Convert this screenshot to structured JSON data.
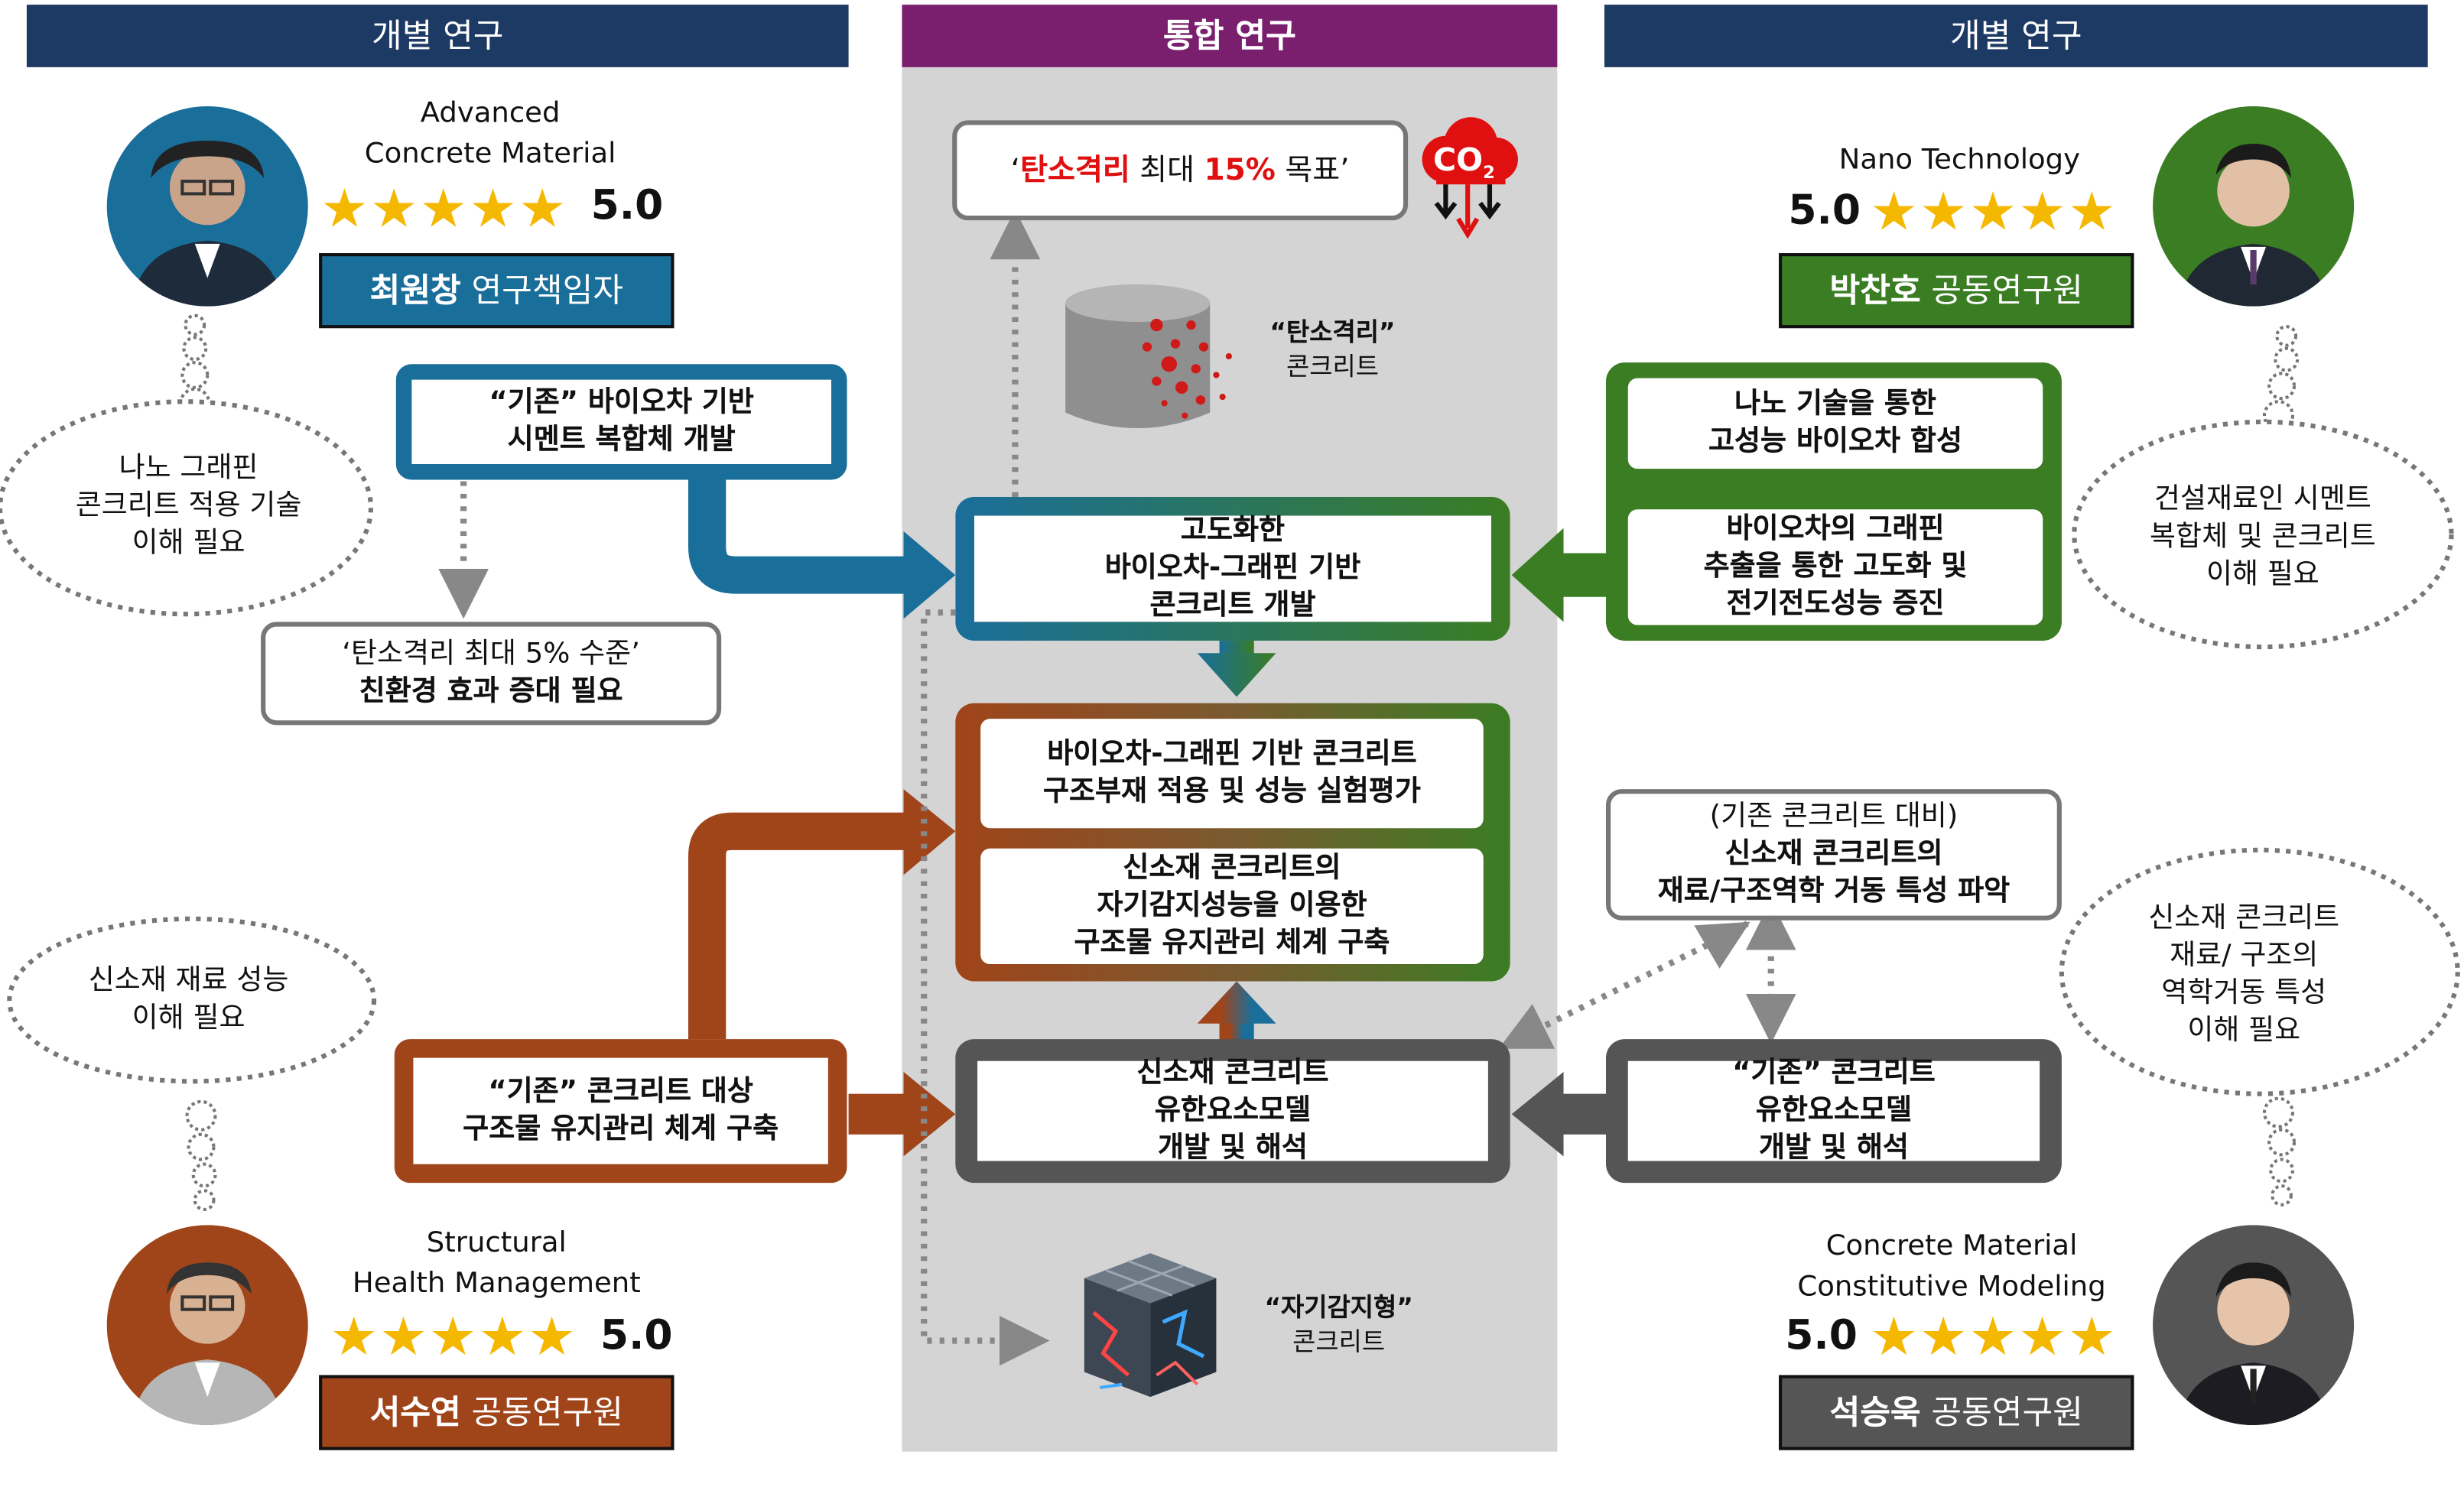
{
  "headers": {
    "left": "개별 연구",
    "center": "통합 연구",
    "right": "개별 연구"
  },
  "people": [
    {
      "field_line1": "Advanced",
      "field_line2": "Concrete Material",
      "score": "5.0",
      "name": "최원창",
      "role": "연구책임자",
      "color": "#1a6e9a"
    },
    {
      "field_line1": "Nano Technology",
      "field_line2": "",
      "score": "5.0",
      "name": "박찬호",
      "role": "공동연구원",
      "color": "#3a7d23"
    },
    {
      "field_line1": "Structural",
      "field_line2": "Health Management",
      "score": "5.0",
      "name": "서수연",
      "role": "공동연구원",
      "color": "#a0441a"
    },
    {
      "field_line1": "Concrete Material",
      "field_line2": "Constitutive Modeling",
      "score": "5.0",
      "name": "석승욱",
      "role": "공동연구원",
      "color": "#555555"
    }
  ],
  "clouds": {
    "top_left": [
      "나노 그래핀",
      "콘크리트 적용 기술",
      "이해 필요"
    ],
    "top_right": [
      "건설재료인 시멘트",
      "복합체 및 콘크리트",
      "이해 필요"
    ],
    "bottom_left": [
      "신소재 재료 성능",
      "이해 필요"
    ],
    "bottom_right": [
      "신소재 콘크리트",
      "재료/ 구조의",
      "역학거동 특성",
      "이해 필요"
    ]
  },
  "boxes": {
    "target": {
      "quote_open": "‘",
      "red1": "탄소격리",
      "mid": " 최대 ",
      "red2": "15%",
      "end": " 목표’"
    },
    "bio_cement": [
      "“기존” 바이오차 기반",
      "시멘트 복합체 개발"
    ],
    "five_percent": [
      "‘탄소격리 최대 5% 수준’",
      "친환경 효과 증대 필요"
    ],
    "nano_synth": [
      "나노 기술을 통한",
      "고성능 바이오차 합성"
    ],
    "graphene_extract": [
      "바이오차의 그래핀",
      "추출을 통한 고도화 및",
      "전기전도성능 증진"
    ],
    "advanced_concrete": [
      "고도화한",
      "바이오차-그래핀 기반",
      "콘크리트 개발"
    ],
    "eval": [
      "바이오차-그래핀 기반 콘크리트",
      "구조부재 적용 및 성능 실험평가"
    ],
    "self_sensing": [
      "신소재 콘크리트의",
      "자기감지성능을 이용한",
      "구조물 유지관리 체계 구축"
    ],
    "existing_shm": [
      "“기존” 콘크리트 대상",
      "구조물 유지관리 체계 구축"
    ],
    "new_fem": [
      "신소재 콘크리트",
      "유한요소모델",
      "개발 및 해석"
    ],
    "existing_fem": [
      "“기존” 콘크리트",
      "유한요소모델",
      "개발 및 해석"
    ],
    "compare": [
      "(기존 콘크리트 대비)",
      "신소재 콘크리트의",
      "재료/구조역학 거동 특성 파악"
    ]
  },
  "images": {
    "carbon_concrete": [
      "“탄소격리”",
      "콘크리트"
    ],
    "self_sensing_concrete": [
      "“자기감지형”",
      "콘크리트"
    ],
    "co2_label": "CO",
    "co2_sub": "2"
  },
  "colors": {
    "navy": "#1c3a63",
    "purple": "#7a1f6e",
    "blue": "#1a6e9a",
    "green": "#3a7d23",
    "rust": "#a0441a",
    "gray": "#555555",
    "panel": "#d4d4d4",
    "red": "#e01010"
  }
}
